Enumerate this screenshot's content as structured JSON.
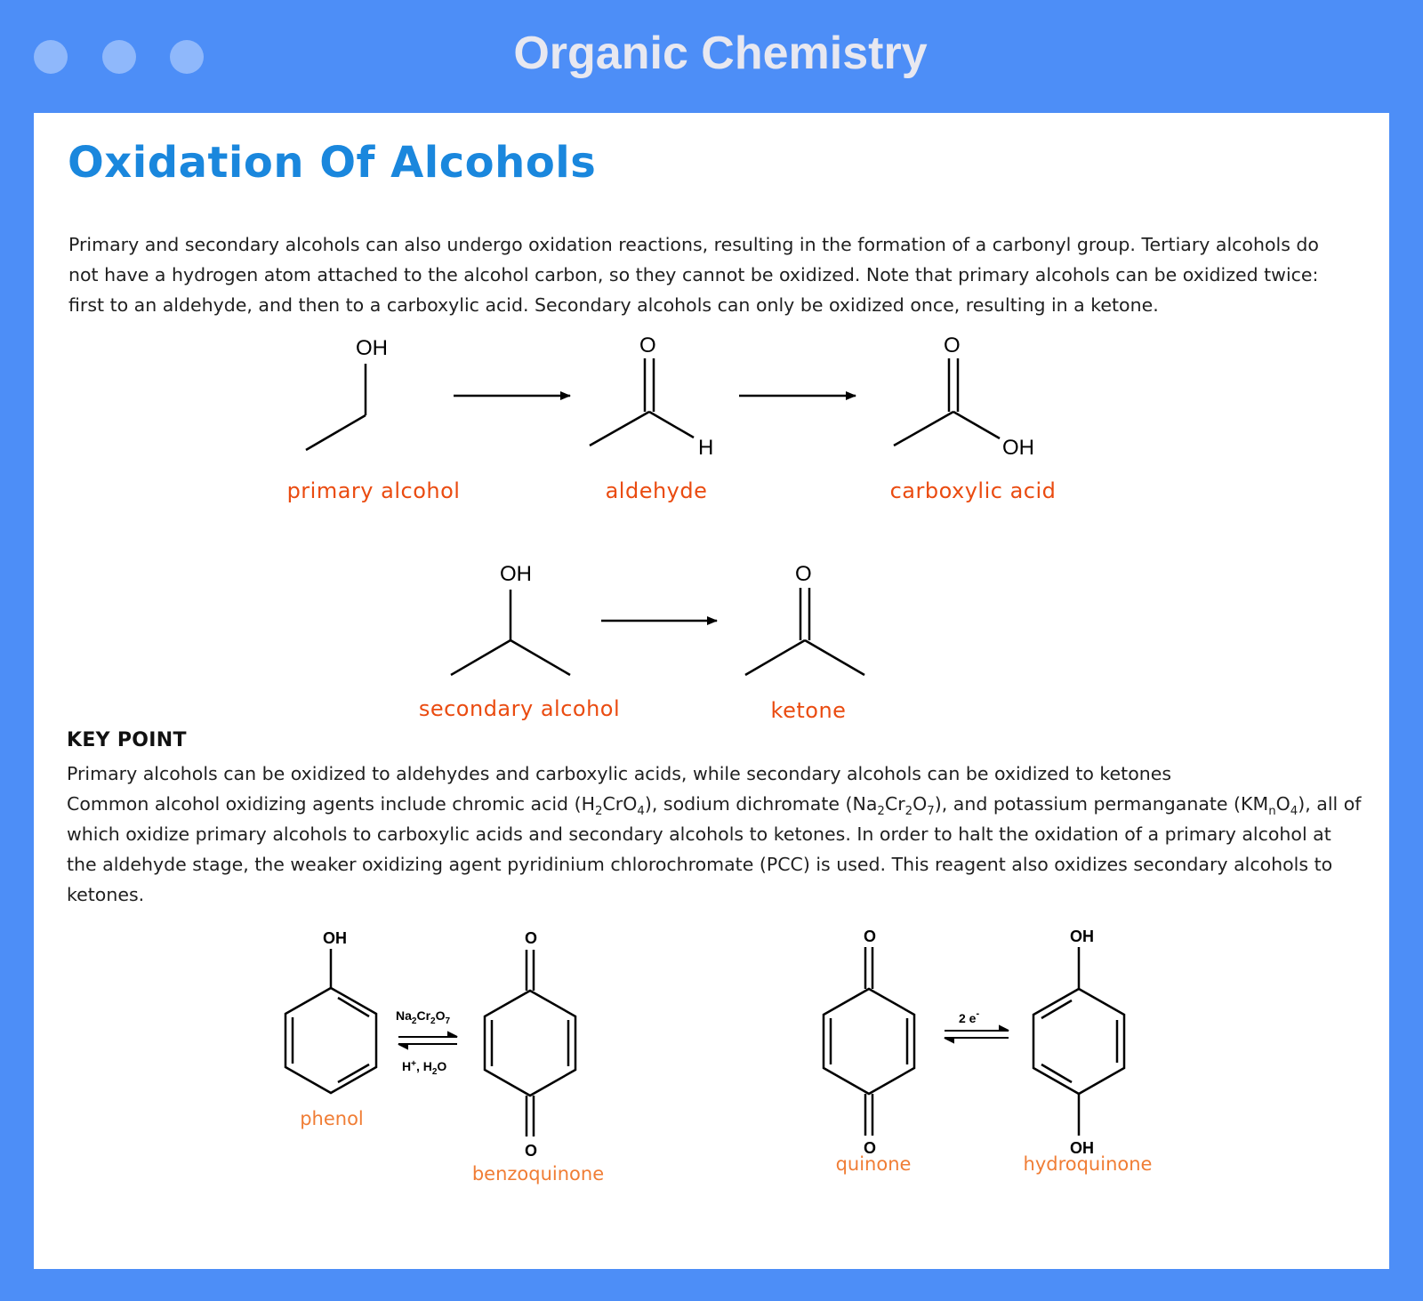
{
  "window": {
    "title": "Organic Chemistry"
  },
  "page": {
    "title": "Oxidation Of Alcohols",
    "intro": "Primary and secondary alcohols can also undergo oxidation reactions, resulting in the formation of a carbonyl group. Tertiary alcohols do not have a hydrogen atom attached to the alcohol carbon, so they cannot be oxidized. Note that primary alcohols can be oxidized twice: first to an aldehyde, and then to a carboxylic acid. Secondary alcohols can only be oxidized once, resulting in a ketone.",
    "key_point_heading": "KEY POINT",
    "key_point_text": "Primary alcohols can be oxidized to aldehydes and carboxylic acids, while secondary alcohols can be oxidized to ketones",
    "agents": {
      "t1": "Common alcohol oxidizing agents include chromic acid (H",
      "s1": "2",
      "t2": "CrO",
      "s2": "4",
      "t3": "), sodium dichromate (Na",
      "s3": "2",
      "t4": "Cr",
      "s4": "2",
      "t5": "O",
      "s5": "7",
      "t6": "), and potassium permanganate (KM",
      "s6": "n",
      "t7": "O",
      "s7": "4",
      "t8": "), all of which oxidize primary alcohols to carboxylic acids and secondary alcohols to ketones. In order to halt the oxidation of a primary alcohol at the aldehyde stage, the weaker oxidizing agent pyridinium chlorochromate (PCC) is used. This reagent also oxidizes secondary alcohols to ketones."
    }
  },
  "scheme1": {
    "labels": {
      "primary": "primary alcohol",
      "aldehyde": "aldehyde",
      "carboxylic": "carboxylic acid"
    },
    "atoms": {
      "oh": "OH",
      "o": "O",
      "h": "H"
    }
  },
  "scheme2": {
    "labels": {
      "secondary": "secondary alcohol",
      "ketone": "ketone"
    }
  },
  "scheme3": {
    "labels": {
      "phenol": "phenol",
      "benzoquinone": "benzoquinone",
      "quinone": "quinone",
      "hydroquinone": "hydroquinone"
    },
    "reagents": {
      "top_na": "Na",
      "top_2a": "2",
      "top_cr": "Cr",
      "top_2b": "2",
      "top_o": "O",
      "top_7": "7",
      "bottom_h": "H",
      "bottom_plus": "+",
      "bottom_sep": ", H",
      "bottom_2": "2",
      "bottom_o": "O",
      "electrons": "2 e",
      "electrons_sup": "-"
    }
  },
  "colors": {
    "frame": "#4d8ef7",
    "title": "#1a87dd",
    "label": "#ea4b10",
    "label_light": "#f07d35"
  }
}
